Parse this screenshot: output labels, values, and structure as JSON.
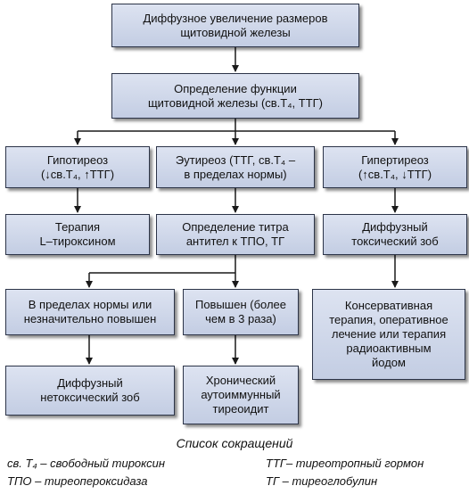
{
  "nodes": {
    "root": "Диффузное увеличение размеров\nщитовидной железы",
    "function_test": "Определение функции\nщитовидной железы (св.T₄, ТТГ)",
    "hypothyroid": "Гипотиреоз\n(↓св.T₄, ↑ТТГ)",
    "euthyroid": "Эутиреоз (ТТГ, св.T₄ –\nв пределах нормы)",
    "hyperthyroid": "Гипертиреоз\n(↑св.T₄, ↓ТТГ)",
    "therapy_l": "Терапия\nL–тироксином",
    "antibody_titer": "Определение титра\nантител к ТПО, ТГ",
    "toxic_goiter": "Диффузный\nтоксический зоб",
    "normal_range": "В пределах нормы или\nнезначительно повышен",
    "elevated": "Повышен (более\nчем в 3 раза)",
    "treatment": "Консервативная\nтерапия, оперативное\nлечение или терапия\nрадиоактивным\nйодом",
    "nontoxic_goiter": "Диффузный\nнетоксический зоб",
    "thyroiditis": "Хронический\nаутоиммунный\nтиреоидит"
  },
  "legend": {
    "title": "Список сокращений",
    "items": [
      "св. T₄ – свободный тироксин",
      "ТТГ– тиреотропный гормон",
      "ТПО – тиреопероксидаза",
      "ТГ – тиреоглобулин"
    ]
  },
  "colors": {
    "box_fill": "#cfd7ea",
    "box_border": "#2c3448",
    "arrow": "#1a1a1a"
  }
}
